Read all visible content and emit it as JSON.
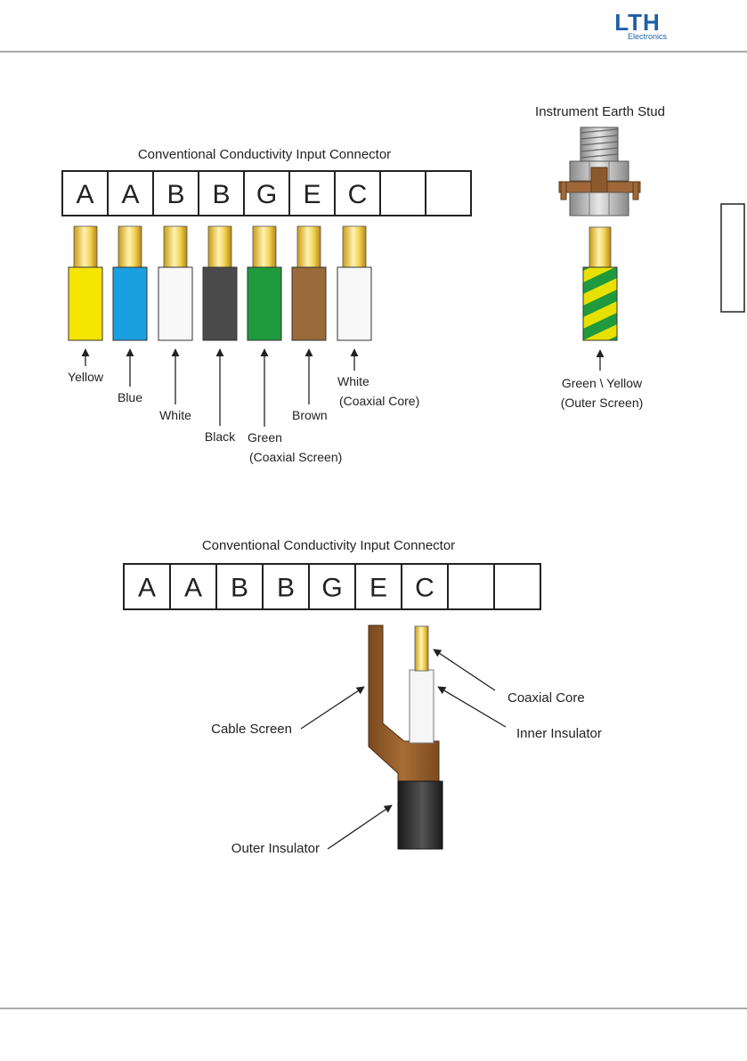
{
  "header": {
    "logo": {
      "text": "LTH",
      "subtext": "Electronics",
      "color": "#1f5fa8"
    }
  },
  "side_tab": {
    "label": ""
  },
  "diagram1": {
    "title": "Conventional Conductivity Input Connector",
    "terminals": [
      "A",
      "A",
      "B",
      "B",
      "G",
      "E",
      "C",
      "",
      ""
    ],
    "wires": [
      {
        "color": "#f5e400",
        "label_lines": [
          "Yellow"
        ]
      },
      {
        "color": "#1aa0e0",
        "label_lines": [
          "Blue"
        ]
      },
      {
        "color": "#f8f8f8",
        "label_lines": [
          "White"
        ]
      },
      {
        "color": "#4a4a4a",
        "label_lines": [
          "Black"
        ]
      },
      {
        "color": "#1f9a3c",
        "label_lines": [
          "Green",
          "(Coaxial Screen)"
        ]
      },
      {
        "color": "#9a6a3a",
        "label_lines": [
          "Brown"
        ]
      },
      {
        "color": "#f8f8f8",
        "label_lines": [
          "White",
          "(Coaxial Core)"
        ]
      }
    ],
    "earth_stud": {
      "title": "Instrument Earth Stud",
      "wire_colors": [
        "#1f9a3c",
        "#e8e000"
      ],
      "label_lines": [
        "Green \\ Yellow",
        "(Outer Screen)"
      ]
    }
  },
  "diagram2": {
    "title": "Conventional Conductivity Input Connector",
    "terminals": [
      "A",
      "A",
      "B",
      "B",
      "G",
      "E",
      "C",
      "",
      ""
    ],
    "labels": {
      "coaxial_core": "Coaxial Core",
      "inner_insulator": "Inner Insulator",
      "cable_screen": "Cable Screen",
      "outer_insulator": "Outer Insulator"
    }
  }
}
